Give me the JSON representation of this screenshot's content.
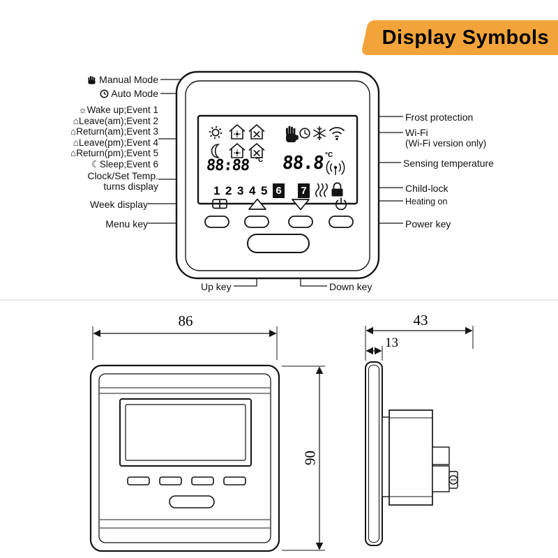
{
  "banner": {
    "title": "Display Symbols"
  },
  "colors": {
    "banner_bg": "#F2A43B",
    "ink": "#141414",
    "day_highlight_bg": "#111111",
    "day_highlight_fg": "#ffffff"
  },
  "callouts": {
    "manual_mode": "Manual Mode",
    "auto_mode": "Auto Mode",
    "events": [
      "☼Wake up;Event 1",
      "⌂Leave(am);Event 2",
      "⌂Return(am);Event 3",
      "⌂Leave(pm);Event 4",
      "⌂Return(pm);Event 5",
      "☾Sleep;Event 6"
    ],
    "clock_set_line1": "Clock/Set Temp.",
    "clock_set_line2": "turns display",
    "week_display": "Week display",
    "menu_key": "Menu key",
    "up_key": "Up key",
    "down_key": "Down key",
    "frost": "Frost protection",
    "wifi": "Wi-Fi",
    "wifi_note": "(Wi-Fi version only)",
    "sensing": "Sensing temperature",
    "child_lock": "Child-lock",
    "heating": "Heating on",
    "power_key": "Power key"
  },
  "display": {
    "time": "88:88",
    "temp": "88.8",
    "unit": "°C",
    "week": [
      "1",
      "2",
      "3",
      "4",
      "5",
      "6",
      "7"
    ],
    "highlighted_days": [
      "6",
      "7"
    ]
  },
  "dimensions": {
    "width_mm": "86",
    "height_mm": "90",
    "depth_mm": "43",
    "panel_mm": "13"
  },
  "icons": {
    "manual_mode": "hand-icon",
    "auto_mode": "clock-icon",
    "wake": "sun-icon",
    "sleep": "moon-icon",
    "events_home": "house-icon",
    "frost": "snowflake-icon",
    "wifi": "wifi-icon",
    "sensing": "signal-waves-icon",
    "child_lock": "padlock-icon",
    "heating": "heat-waves-icon",
    "menu": "book-icon",
    "up": "triangle-up-icon",
    "down": "triangle-down-icon",
    "power": "power-icon"
  }
}
